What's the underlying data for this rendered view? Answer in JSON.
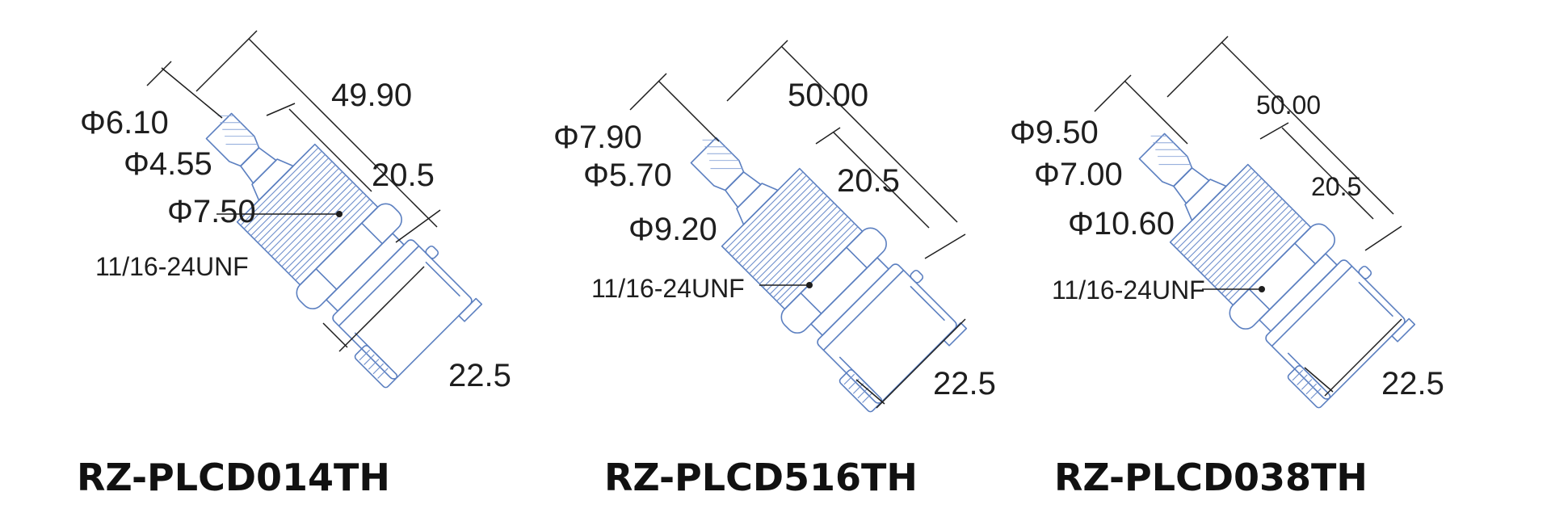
{
  "accent_color": "#5b7fc0",
  "drawings": [
    {
      "model": "RZ-PLCD014TH",
      "overall_length": "49.90",
      "outer_diameter": "Φ6.10",
      "inner_diameter": "Φ4.55",
      "body_diameter": "Φ7.50",
      "hex_length": "20.5",
      "thread": "11/16-24UNF",
      "latch_length": "22.5"
    },
    {
      "model": "RZ-PLCD516TH",
      "overall_length": "50.00",
      "outer_diameter": "Φ7.90",
      "inner_diameter": "Φ5.70",
      "body_diameter": "Φ9.20",
      "hex_length": "20.5",
      "thread": "11/16-24UNF",
      "latch_length": "22.5"
    },
    {
      "model": "RZ-PLCD038TH",
      "overall_length": "50.00",
      "outer_diameter": "Φ9.50",
      "inner_diameter": "Φ7.00",
      "body_diameter": "Φ10.60",
      "hex_length": "20.5",
      "thread": "11/16-24UNF",
      "latch_length": "22.5"
    }
  ]
}
